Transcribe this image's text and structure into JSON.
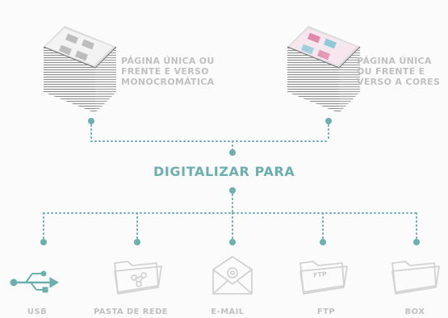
{
  "sources": [
    {
      "label": "PÁGINA ÚNICA OU\nFRENTE E VERSO\nMONOCROMÁTICA",
      "icon": "mono-document-stack-icon"
    },
    {
      "label": "PÁGINA ÚNICA\nOU FRENTE E\nVERSO A CORES",
      "icon": "color-document-stack-icon"
    }
  ],
  "title": "DIGITALIZAR PARA",
  "destinations": [
    {
      "label": "USB",
      "icon": "usb-icon"
    },
    {
      "label": "PASTA DE REDE",
      "icon": "network-folder-icon"
    },
    {
      "label": "E-MAIL",
      "icon": "email-icon"
    },
    {
      "label": "FTP",
      "icon": "ftp-folder-icon",
      "badge": "FTP"
    },
    {
      "label": "BOX",
      "icon": "box-folder-icon"
    }
  ],
  "colors": {
    "accent": "#6bafaf",
    "label": "#c0c0c0",
    "icon_line": "#d2d2d2"
  }
}
